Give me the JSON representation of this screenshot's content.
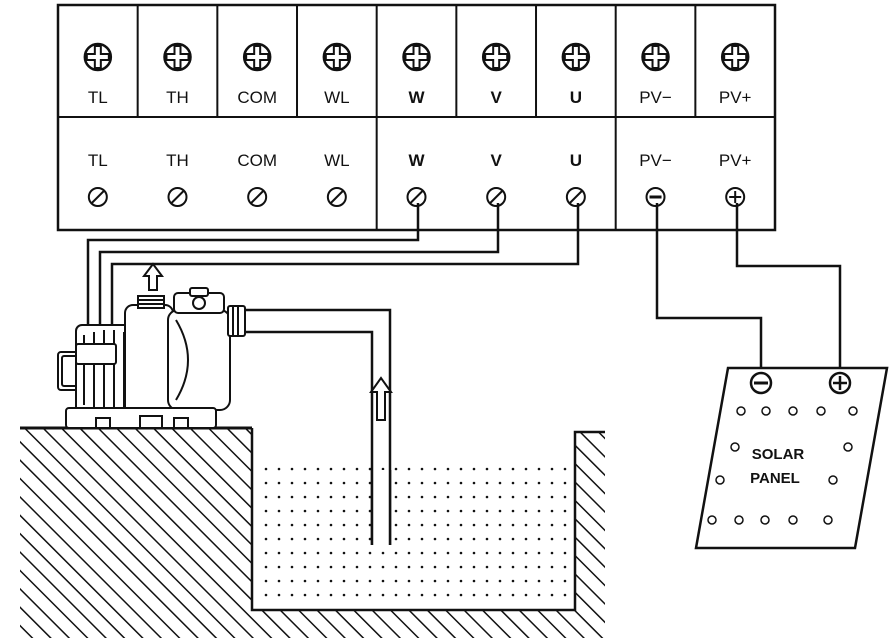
{
  "terminal_block": {
    "top_row": [
      {
        "label": "TL",
        "bold": false
      },
      {
        "label": "TH",
        "bold": false
      },
      {
        "label": "COM",
        "bold": false
      },
      {
        "label": "WL",
        "bold": false
      },
      {
        "label": "W",
        "bold": true
      },
      {
        "label": "V",
        "bold": true
      },
      {
        "label": "U",
        "bold": true
      },
      {
        "label": "PV−",
        "bold": false
      },
      {
        "label": "PV+",
        "bold": false
      }
    ],
    "bottom_row": [
      {
        "label": "TL",
        "bold": false,
        "screw": "slot"
      },
      {
        "label": "TH",
        "bold": false,
        "screw": "slot"
      },
      {
        "label": "COM",
        "bold": false,
        "screw": "slot"
      },
      {
        "label": "WL",
        "bold": false,
        "screw": "slot"
      },
      {
        "label": "W",
        "bold": true,
        "screw": "slot"
      },
      {
        "label": "V",
        "bold": true,
        "screw": "slot"
      },
      {
        "label": "U",
        "bold": true,
        "screw": "slot"
      },
      {
        "label": "PV−",
        "bold": false,
        "screw": "minus"
      },
      {
        "label": "PV+",
        "bold": false,
        "screw": "plus"
      }
    ]
  },
  "solar_panel": {
    "line1": "SOLAR",
    "line2": "PANEL"
  },
  "colors": {
    "line": "#111111",
    "background": "#ffffff"
  }
}
